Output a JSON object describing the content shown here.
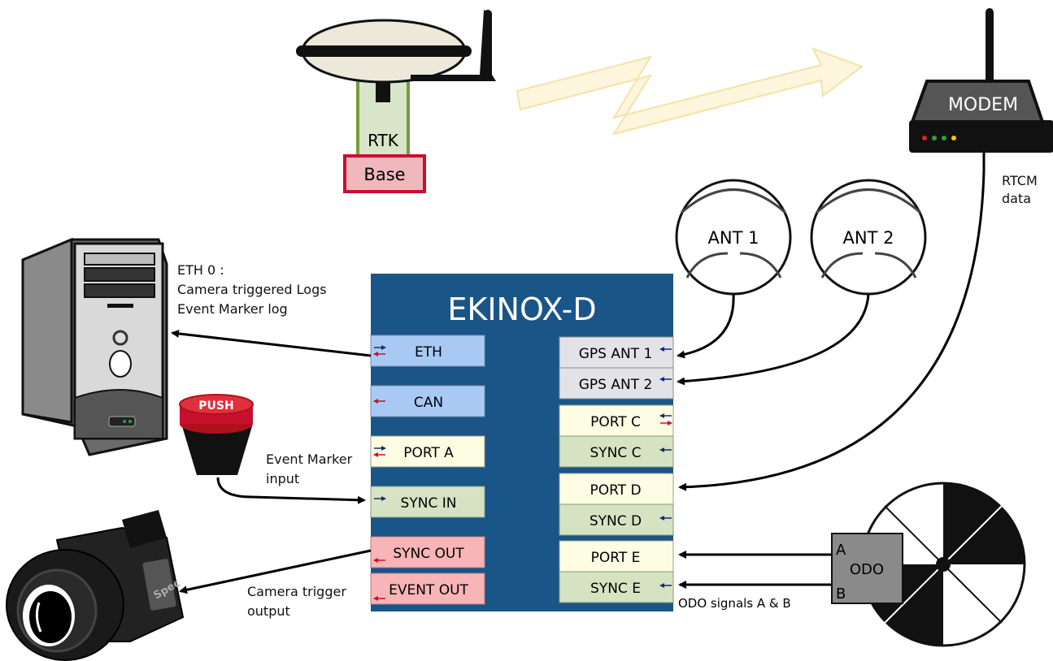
{
  "base": {
    "rtk_label": "RTK",
    "base_label": "Base"
  },
  "modem": {
    "label": "MODEM",
    "rtcm_line1": "RTCM",
    "rtcm_line2": "data"
  },
  "antennas": {
    "ant1": "ANT 1",
    "ant2": "ANT 2"
  },
  "computer": {
    "eth_line1": "ETH 0 :",
    "eth_line2": "Camera triggered Logs",
    "eth_line3": "Event Marker log"
  },
  "push_button": {
    "label": "PUSH",
    "event_line1": "Event Marker",
    "event_line2": "input"
  },
  "camera": {
    "brand": "Spec",
    "trigger_line1": "Camera trigger",
    "trigger_line2": "output"
  },
  "device": {
    "title": "EKINOX-D",
    "left_ports": [
      "ETH",
      "CAN",
      "PORT A",
      "SYNC IN",
      "SYNC OUT",
      "EVENT OUT"
    ],
    "right_ports": [
      "GPS ANT 1",
      "GPS ANT 2",
      "PORT C",
      "SYNC C",
      "PORT D",
      "SYNC D",
      "PORT E",
      "SYNC E"
    ]
  },
  "odometer": {
    "label": "ODO",
    "a": "A",
    "b": "B",
    "signals": "ODO signals A & B"
  },
  "colors": {
    "device_blue": "#1a5588",
    "eth_can_blue": "#a9c9f5",
    "port_yellow": "#fdfde3",
    "sync_green": "#d6e3c3",
    "sync_out_red": "#f8b4b6",
    "gps_gray": "#e3e3e7",
    "base_red": "#f0b8bc",
    "rtk_green": "#d8e5c8"
  }
}
